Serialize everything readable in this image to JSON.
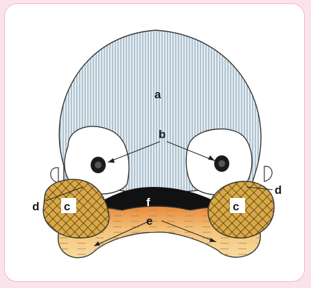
{
  "labels": {
    "a": "a",
    "b": "b",
    "c_left": "c",
    "c_right": "c",
    "d_left": "d",
    "d_right": "d",
    "e": "e",
    "f": "f"
  },
  "colors": {
    "frame_border": "#f3b6c8",
    "page_background": "#fbe3ea",
    "head_fill": "#c8d8e2",
    "head_stripes": "#6f8ea4",
    "maxillary_fill": "#c99a3a",
    "mandible_fill": "#f0c98a",
    "stomodeum": "#111111"
  }
}
